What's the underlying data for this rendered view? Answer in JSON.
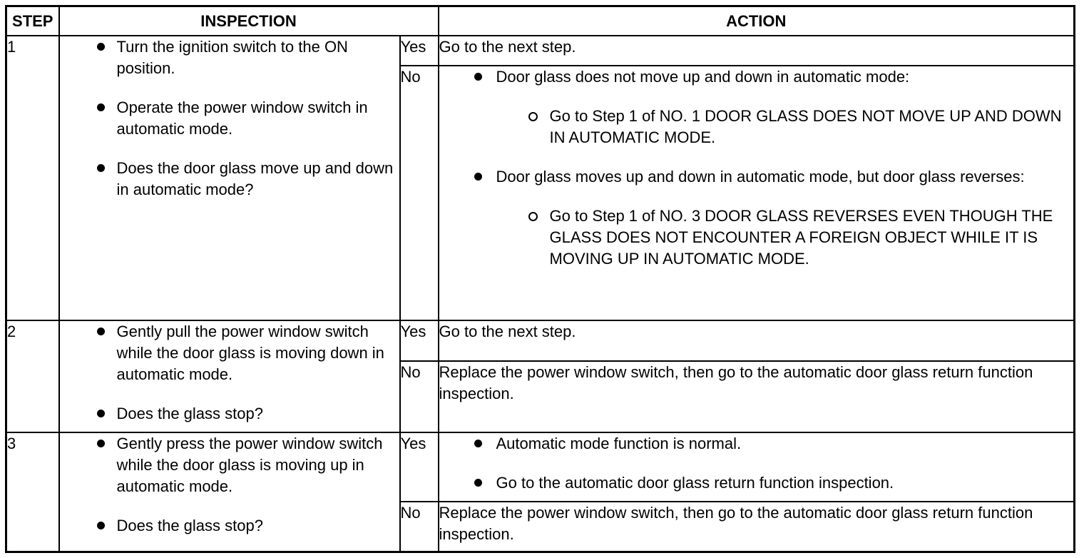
{
  "headers": {
    "step": "STEP",
    "inspection": "INSPECTION",
    "action": "ACTION"
  },
  "rows": [
    {
      "step": "1",
      "inspection": [
        "Turn the ignition switch to the ON position.",
        "Operate the power window switch in automatic mode.",
        "Does the door glass move up and down in automatic mode?"
      ],
      "yes_label": "Yes",
      "yes_action": "Go to the next step.",
      "no_label": "No",
      "no_action": [
        {
          "text": "Door glass does not move up and down in automatic mode:",
          "sub": "Go to Step 1 of NO. 1 DOOR GLASS DOES NOT MOVE UP AND DOWN IN AUTOMATIC MODE."
        },
        {
          "text": "Door glass moves up and down in automatic mode, but door glass reverses:",
          "sub": "Go to Step 1 of NO. 3 DOOR GLASS REVERSES EVEN THOUGH THE GLASS DOES NOT ENCOUNTER A FOREIGN OBJECT WHILE IT IS MOVING UP IN AUTOMATIC MODE."
        }
      ]
    },
    {
      "step": "2",
      "inspection": [
        "Gently pull the power window switch while the door glass is moving down in automatic mode.",
        "Does the glass stop?"
      ],
      "yes_label": "Yes",
      "yes_action": "Go to the next step.",
      "no_label": "No",
      "no_action": "Replace the power window switch, then go to the automatic door glass return function inspection."
    },
    {
      "step": "3",
      "inspection": [
        "Gently press the power window switch while the door glass is moving up in automatic mode.",
        "Does the glass stop?"
      ],
      "yes_label": "Yes",
      "yes_action": [
        "Automatic mode function is normal.",
        "Go to the automatic door glass return function inspection."
      ],
      "no_label": "No",
      "no_action": "Replace the power window switch, then go to the automatic door glass return function inspection."
    }
  ]
}
